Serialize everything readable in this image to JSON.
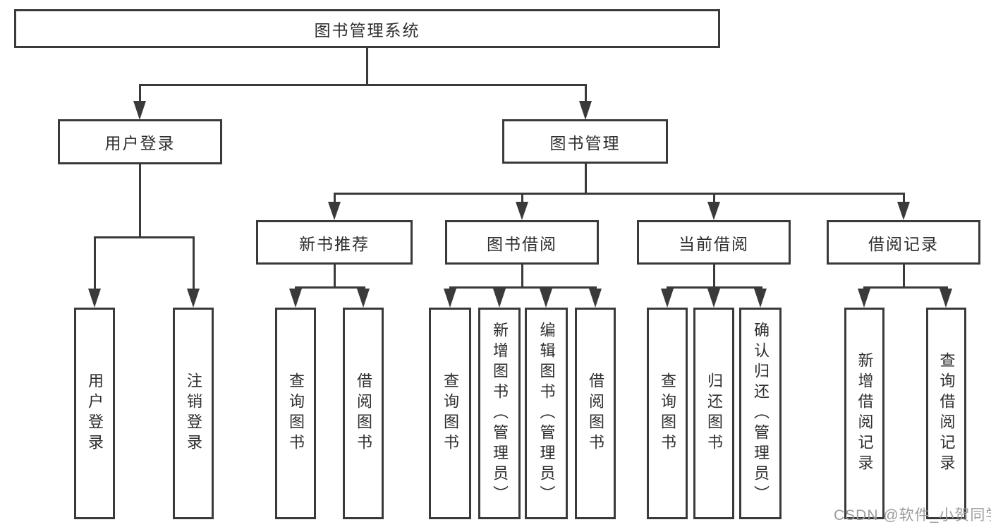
{
  "nodes": {
    "root": "图书管理系统",
    "user_login": "用户登录",
    "book_mgmt": "图书管理",
    "new_book": "新书推荐",
    "book_borrow": "图书借阅",
    "current_borrow": "当前借阅",
    "borrow_record": "借阅记录"
  },
  "leaves": {
    "user_login": [
      "用户登录",
      "注销登录"
    ],
    "new_book": [
      "查询图书",
      "借阅图书"
    ],
    "book_borrow": [
      "查询图书",
      "新增图书（管理员）",
      "编辑图书（管理员）",
      "借阅图书"
    ],
    "current_borrow": [
      "查询图书",
      "归还图书",
      "确认归还（管理员）"
    ],
    "borrow_record": [
      "新增借阅记录",
      "查询借阅记录"
    ]
  },
  "watermark": "CSDN @软件_小贺同学",
  "colors": {
    "line": "#3a3a3a",
    "text": "#2e2e2e",
    "background": "#ffffff",
    "watermark": "#9c9c9c"
  }
}
